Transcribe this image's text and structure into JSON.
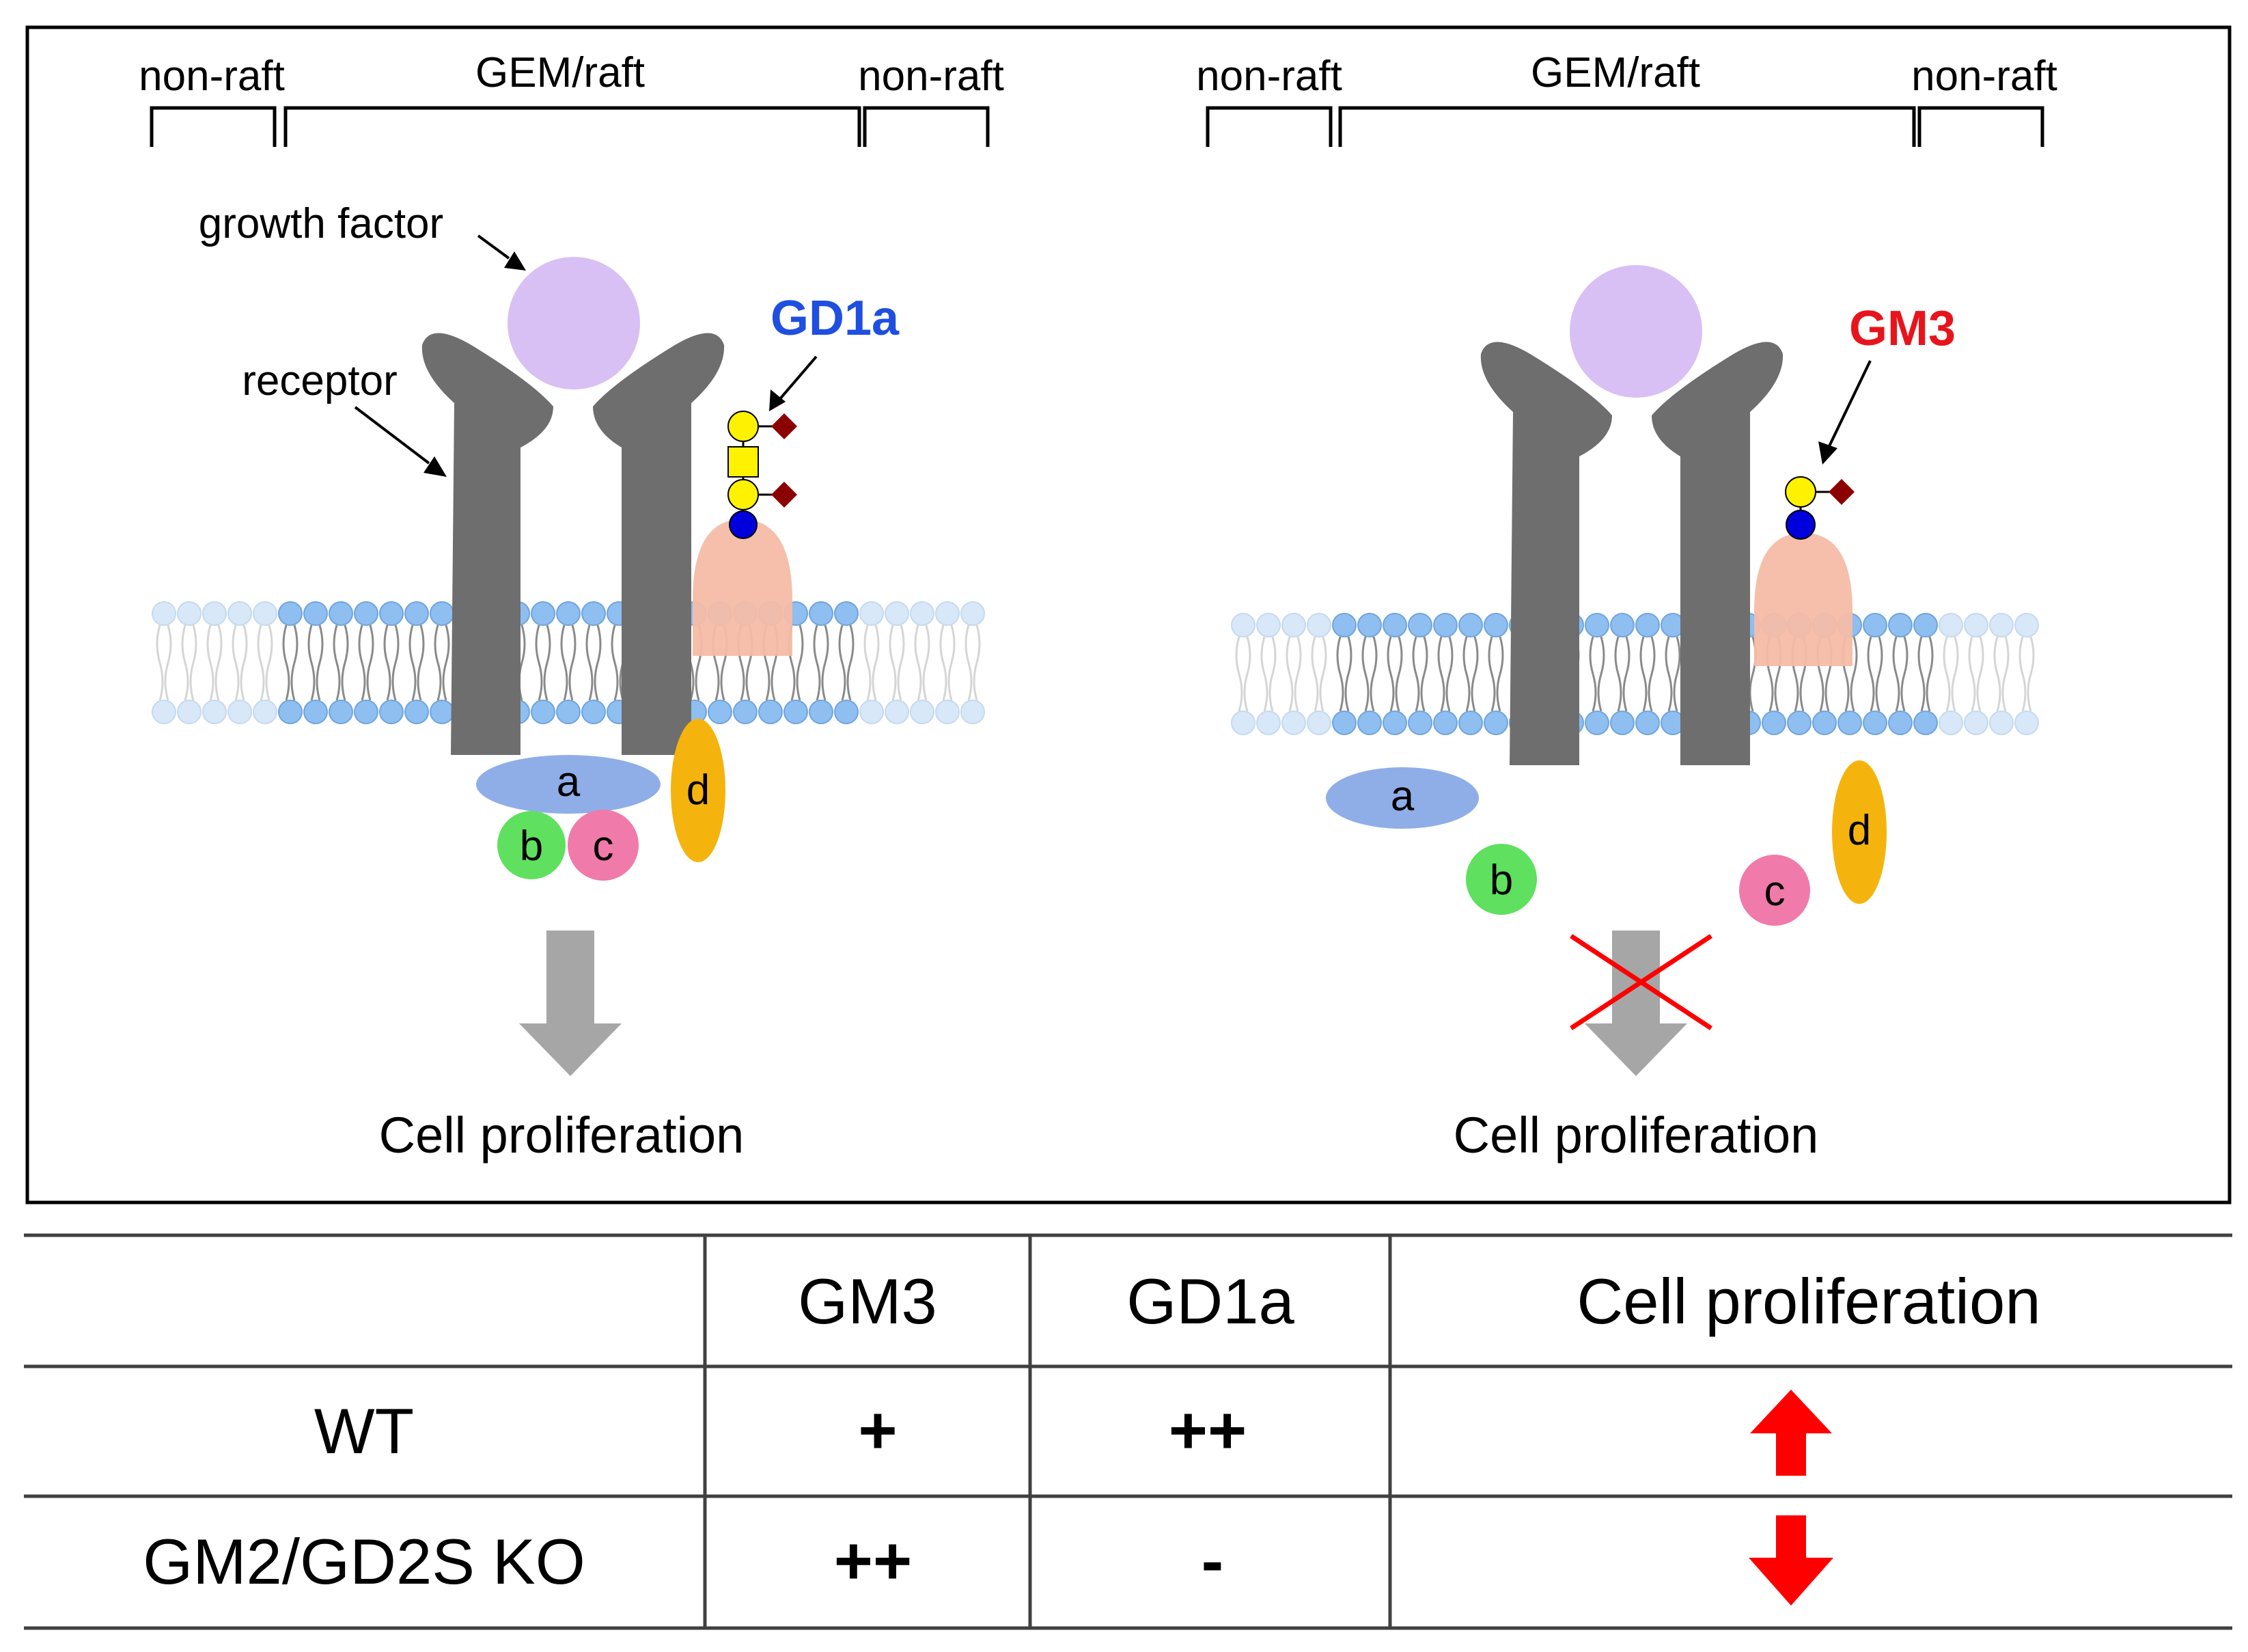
{
  "panels": [
    {
      "id": "wt",
      "regions": {
        "left": "non-raft",
        "center": "GEM/raft",
        "right": "non-raft"
      },
      "labels": {
        "growth_factor": "growth factor",
        "receptor": "receptor"
      },
      "ganglioside": {
        "name": "GD1a",
        "color": "#1f4fe0"
      },
      "proteins": {
        "a": "a",
        "b": "b",
        "c": "c",
        "d": "d"
      },
      "outcome": "Cell proliferation",
      "signaling": "active"
    },
    {
      "id": "ko",
      "regions": {
        "left": "non-raft",
        "center": "GEM/raft",
        "right": "non-raft"
      },
      "ganglioside": {
        "name": "GM3",
        "color": "#e8141c"
      },
      "proteins": {
        "a": "a",
        "b": "b",
        "c": "c",
        "d": "d"
      },
      "outcome": "Cell proliferation",
      "signaling": "blocked"
    }
  ],
  "table": {
    "headers": [
      "",
      "GM3",
      "GD1a",
      "Cell proliferation"
    ],
    "rows": [
      {
        "label": "WT",
        "gm3": "+",
        "gd1a": "++",
        "proliferation": "up"
      },
      {
        "label": "GM2/GD2S KO",
        "gm3": "++",
        "gd1a": "-",
        "proliferation": "down"
      }
    ]
  },
  "colors": {
    "receptor": "#6e6e6e",
    "growth_factor": "#d8c0f4",
    "lipid_raft": "#8fbef0",
    "lipid_nonraft": "#d8e8f8",
    "raft_domain": "#f6bca6",
    "protein_a": "#8faee8",
    "protein_b": "#5fe05f",
    "protein_c": "#f07aaa",
    "protein_d": "#f5b40d",
    "sugar_gal": "#fff200",
    "sugar_glc": "#0000dd",
    "sialic": "#8b0000",
    "arrow_gray": "#a6a6a6",
    "arrow_red": "#ff0000"
  }
}
